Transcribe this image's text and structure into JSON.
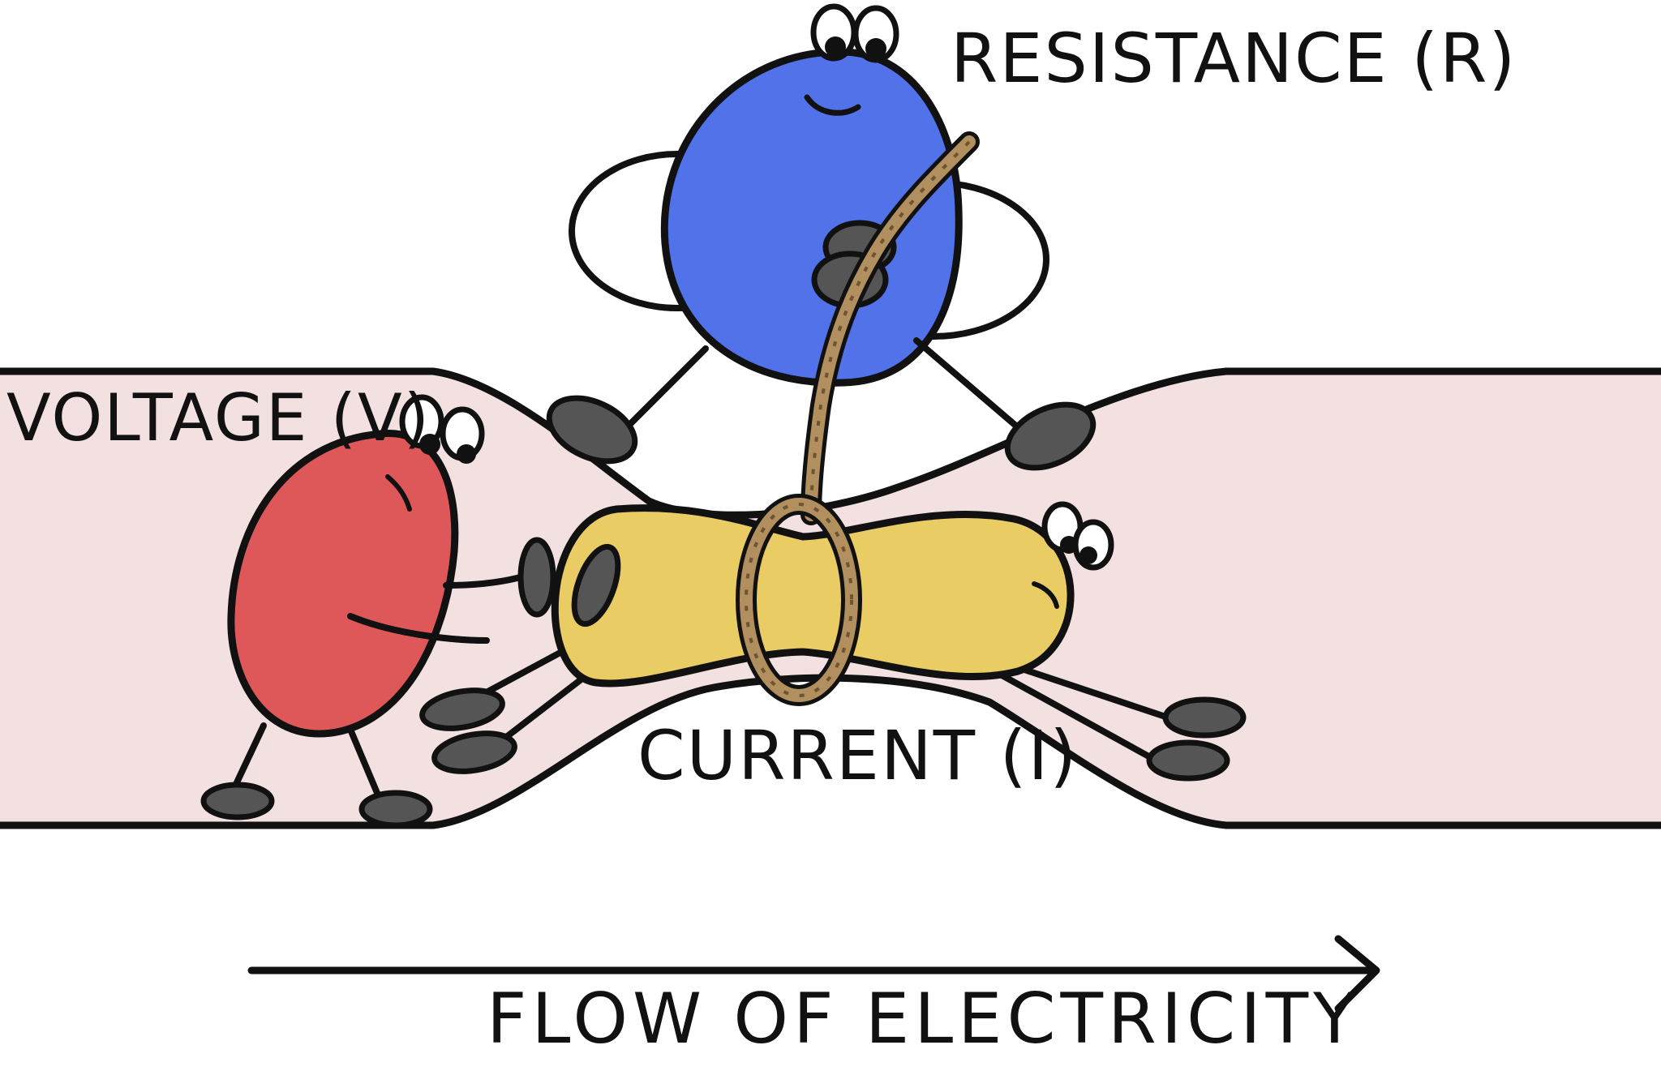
{
  "labels": {
    "resistance": "RESISTANCE (R)",
    "voltage": "VOLTAGE (V)",
    "current": "CURRENT (I)",
    "flow": "FLOW OF ELECTRICITY"
  },
  "characters": [
    {
      "role": "resistance",
      "color": "#5172E8"
    },
    {
      "role": "voltage",
      "color": "#DE5859"
    },
    {
      "role": "current",
      "color": "#E9CD64"
    }
  ],
  "colors": {
    "wire_fill": "#F3E0E0",
    "outline": "#111111",
    "rope": "#B18F5F",
    "shoe": "#555555"
  },
  "icons": [
    "flow-arrow-icon",
    "rope-icon"
  ]
}
